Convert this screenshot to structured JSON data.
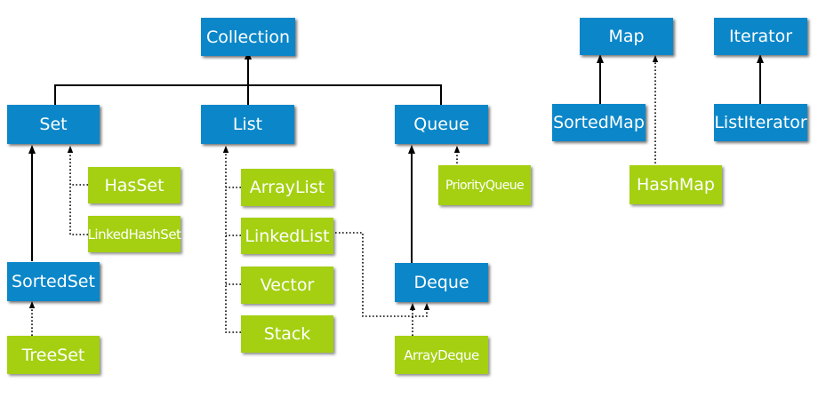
{
  "colors": {
    "interface": "#0b87c9",
    "implementation": "#a4d011",
    "line": "#000000"
  },
  "nodes": {
    "collection": "Collection",
    "set": "Set",
    "list": "List",
    "queue": "Queue",
    "hasset": "HasSet",
    "linkedhashset": "LinkedHashSet",
    "sortedset": "SortedSet",
    "treeset": "TreeSet",
    "arraylist": "ArrayList",
    "linkedlist": "LinkedList",
    "vector": "Vector",
    "stack": "Stack",
    "priorityqueue": "PriorityQueue",
    "deque": "Deque",
    "arraydeque": "ArrayDeque",
    "map": "Map",
    "sortedmap": "SortedMap",
    "hashmap": "HashMap",
    "iterator": "Iterator",
    "listiterator": "ListIterator"
  }
}
